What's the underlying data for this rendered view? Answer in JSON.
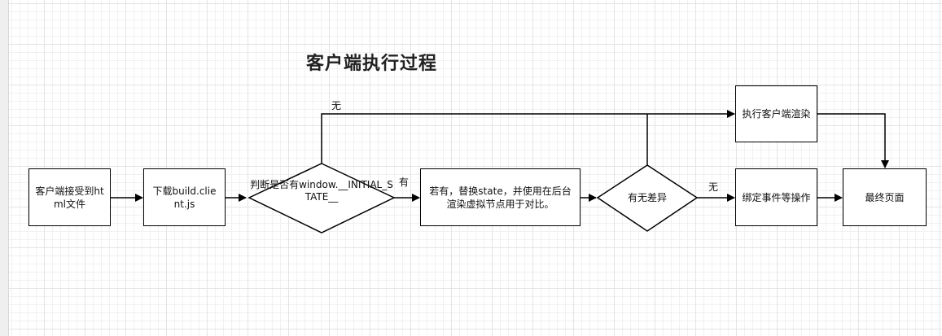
{
  "title": "客户端执行过程",
  "nodes": {
    "receive_html": "客户端接受到html文件",
    "download_bundle": "下载build.client.js",
    "judge_state": "判断是否有window.__INITIAL_STATE__",
    "replace_state": "若有，替换state，并使用在后台渲染虚拟节点用于对比。",
    "diff_check": "有无差异",
    "client_render": "执行客户端渲染",
    "bind_events": "绑定事件等操作",
    "final_page": "最终页面"
  },
  "edges": {
    "no_state_label": "无",
    "has_state_label": "有",
    "no_diff_label": "无"
  },
  "colors": {
    "stroke": "#000000",
    "grid": "#e4e4e4",
    "background": "#ffffff"
  }
}
